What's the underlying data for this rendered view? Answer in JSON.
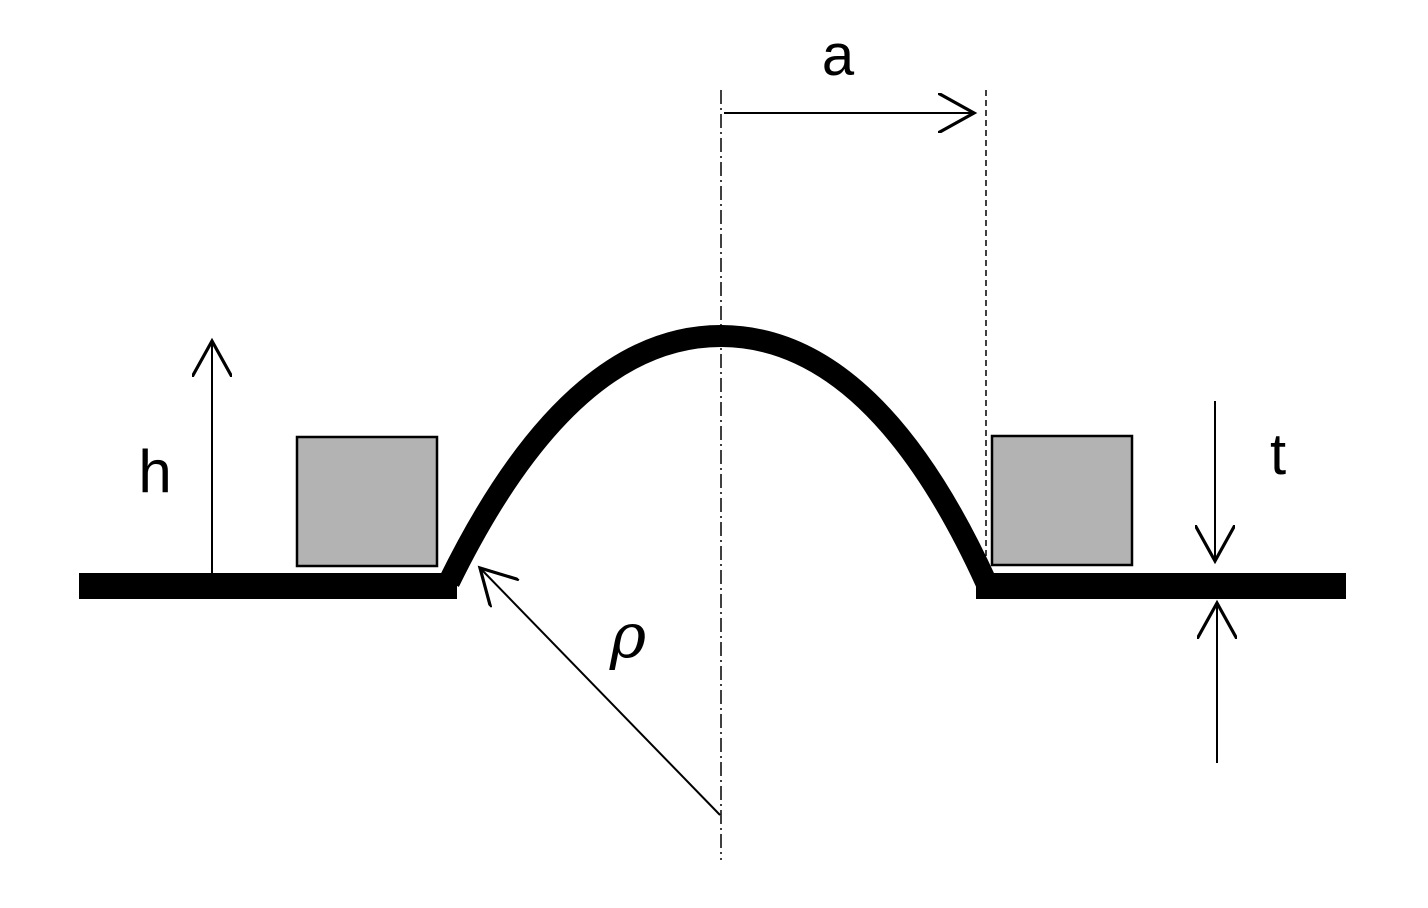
{
  "labels": {
    "a": "a",
    "h": "h",
    "t": "t",
    "rho": "ρ"
  },
  "colors": {
    "profile": "#000000",
    "blocks_fill": "#b3b3b3",
    "blocks_stroke": "#000000",
    "background": "#ffffff"
  }
}
